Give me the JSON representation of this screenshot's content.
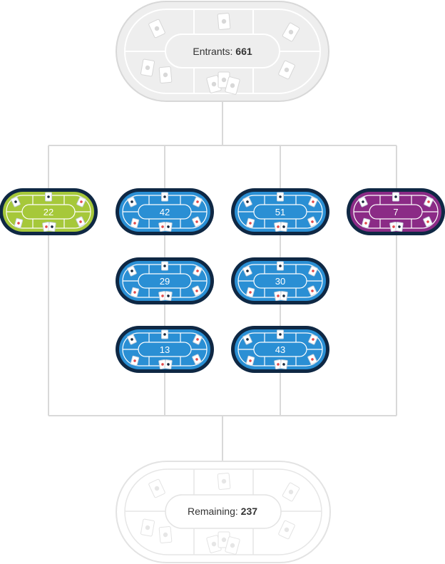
{
  "top_table": {
    "label": "Entrants:",
    "value": "661"
  },
  "bottom_table": {
    "label": "Remaining:",
    "value": "237"
  },
  "colors": {
    "connector": "#d9d9d9",
    "big_table_fill": "#eeeeee",
    "big_table_stroke": "#d6d6d6",
    "bottom_table_fill": "#ffffff",
    "label_text": "#333333",
    "rim": "#0f2844",
    "blue": "#2a8fd4",
    "green": "#a6c83a",
    "purple": "#8b2b86",
    "felt_line": "#ffffff",
    "card_red": "#e24b4b",
    "card_dark": "#1b2b40"
  },
  "tables": [
    {
      "id": "green-22",
      "value": "22",
      "color": "green"
    },
    {
      "id": "blue-42",
      "value": "42",
      "color": "blue"
    },
    {
      "id": "blue-51",
      "value": "51",
      "color": "blue"
    },
    {
      "id": "purple-7",
      "value": "7",
      "color": "purple"
    },
    {
      "id": "blue-29",
      "value": "29",
      "color": "blue"
    },
    {
      "id": "blue-30",
      "value": "30",
      "color": "blue"
    },
    {
      "id": "blue-13",
      "value": "13",
      "color": "blue"
    },
    {
      "id": "blue-43",
      "value": "43",
      "color": "blue"
    }
  ]
}
